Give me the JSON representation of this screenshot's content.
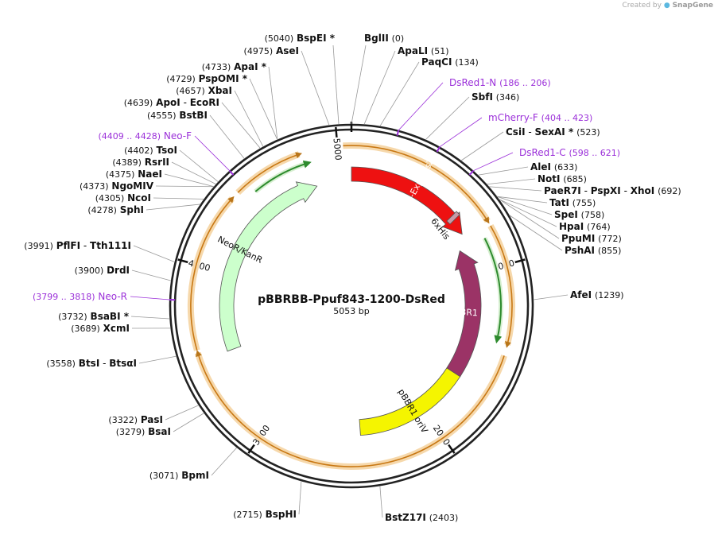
{
  "credit": {
    "prefix": "Created by",
    "brand": "SnapGene"
  },
  "map": {
    "name": "pBBRBB-Ppuf843-1200-DsRed",
    "length_label": "5053 bp",
    "length": 5053
  },
  "ticks": [
    "1000",
    "2000",
    "3000",
    "4000",
    "5000"
  ],
  "features": [
    {
      "label": "DsRed-Express2",
      "color": "#ee1111",
      "text_color": "#ffffff"
    },
    {
      "label": "6xHis",
      "color": "#c89aa8",
      "text_color": "#111111"
    },
    {
      "label": "pBBR1 Rep",
      "color": "#9b3366",
      "text_color": "#ffffff"
    },
    {
      "label": "pBBR1 oriV",
      "color": "#f5f500",
      "text_color": "#111111"
    },
    {
      "label": "NeoR/KanR",
      "color": "#ccffcc",
      "text_color": "#111111"
    }
  ],
  "sites": [
    {
      "name": "BspEI",
      "star": "*",
      "pos": "(5040)"
    },
    {
      "name": "AseI",
      "pos": "(4975)"
    },
    {
      "name": "BglII",
      "pos": "(0)"
    },
    {
      "name": "ApaLI",
      "pos": "(51)"
    },
    {
      "name": "PaqCI",
      "pos": "(134)"
    },
    {
      "name": "SbfI",
      "pos": "(346)"
    },
    {
      "name": "CsiI",
      "name2": "SexAI",
      "star": "*",
      "pos": "(523)"
    },
    {
      "name": "AleI",
      "pos": "(633)"
    },
    {
      "name": "NotI",
      "pos": "(685)"
    },
    {
      "name": "PaeR7I",
      "name2": "PspXI",
      "name3": "XhoI",
      "pos": "(692)"
    },
    {
      "name": "TatI",
      "pos": "(755)"
    },
    {
      "name": "SpeI",
      "pos": "(758)"
    },
    {
      "name": "HpaI",
      "pos": "(764)"
    },
    {
      "name": "PpuMI",
      "pos": "(772)"
    },
    {
      "name": "PshAI",
      "pos": "(855)"
    },
    {
      "name": "AfeI",
      "pos": "(1239)"
    },
    {
      "name": "BstZ17I",
      "pos": "(2403)"
    },
    {
      "name": "BspHI",
      "pos": "(2715)"
    },
    {
      "name": "BpmI",
      "pos": "(3071)"
    },
    {
      "name": "BsaI",
      "pos": "(3279)"
    },
    {
      "name": "PasI",
      "pos": "(3322)"
    },
    {
      "name": "BtsI",
      "name2": "BtsαI",
      "pos": "(3558)"
    },
    {
      "name": "XcmI",
      "pos": "(3689)"
    },
    {
      "name": "BsaBI",
      "star": "*",
      "pos": "(3732)"
    },
    {
      "name": "DrdI",
      "pos": "(3900)"
    },
    {
      "name": "PflFI",
      "name2": "Tth111I",
      "pos": "(3991)"
    },
    {
      "name": "SphI",
      "pos": "(4278)"
    },
    {
      "name": "NcoI",
      "pos": "(4305)"
    },
    {
      "name": "NgoMIV",
      "pos": "(4373)"
    },
    {
      "name": "NaeI",
      "pos": "(4375)"
    },
    {
      "name": "RsrII",
      "pos": "(4389)"
    },
    {
      "name": "TsoI",
      "pos": "(4402)"
    },
    {
      "name": "BstBI",
      "pos": "(4555)"
    },
    {
      "name": "ApoI",
      "name2": "EcoRI",
      "pos": "(4639)"
    },
    {
      "name": "XbaI",
      "pos": "(4657)"
    },
    {
      "name": "PspOMI",
      "star": "*",
      "pos": "(4729)"
    },
    {
      "name": "ApaI",
      "star": "*",
      "pos": "(4733)"
    }
  ],
  "primers": [
    {
      "name": "DsRed1-N",
      "range": "(186 .. 206)"
    },
    {
      "name": "mCherry-F",
      "range": "(404 .. 423)"
    },
    {
      "name": "DsRed1-C",
      "range": "(598 .. 621)"
    },
    {
      "name": "Neo-F",
      "range": "(4409 .. 4428)"
    },
    {
      "name": "Neo-R",
      "range": "(3799 .. 3818)"
    }
  ],
  "colors": {
    "primer": "#9b30d9",
    "orf_fill": "#f0c890",
    "orf_stroke": "#c87814",
    "orf_green": "#2e8b2e",
    "ring": "#222222"
  }
}
